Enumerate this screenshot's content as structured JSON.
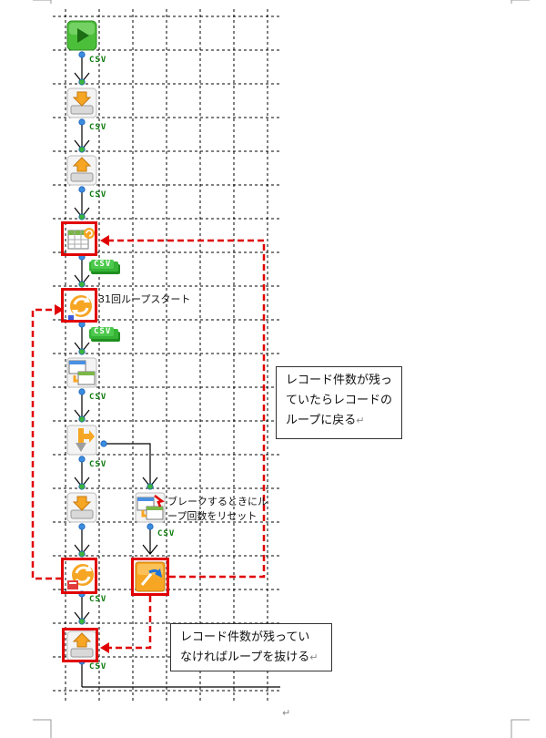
{
  "labels": {
    "loop_start": "31回ループスタート",
    "break_line1": "ブレークするときにル",
    "break_line2": "ープ回数をリセット",
    "csv": "CSV"
  },
  "callouts": {
    "top": {
      "line1": "レコード件数が残っ",
      "line2": "ていたらレコードの",
      "line3": "ループに戻る"
    },
    "bottom": {
      "line1": "レコード件数が残ってい",
      "line2": "なければループを抜ける"
    }
  },
  "colors": {
    "highlight": "#e00000",
    "dashed": "#e00000",
    "connector": "#000000",
    "csv_text": "#0a7a0a",
    "grid": "#000000"
  },
  "icons": [
    "start-icon",
    "file-read-icon",
    "file-write-icon",
    "record-loop-icon",
    "loop-start-icon",
    "table-transform-icon",
    "branch-icon",
    "file-read-icon",
    "reset-counter-icon",
    "loop-end-icon",
    "break-icon",
    "file-write-icon"
  ]
}
